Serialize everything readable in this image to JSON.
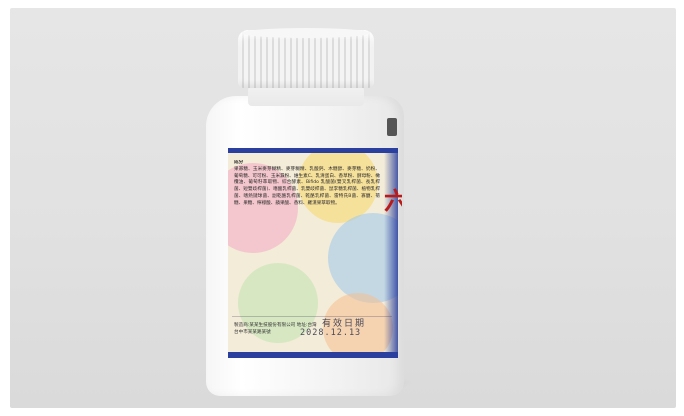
{
  "label": {
    "ingredients_heading": "成分",
    "ingredients_text": "果寡糖、玉米麥芽糊精、麥芽糊精、乳酸鈣、木糖醇、麥芽糖、奶粉、葡萄糖、可可粉、玉米澱粉、維生素C、乳清蛋白、香草粉、酵母粉、橄欖油、葡萄籽萃取物、綜合酵素、Bifido 乳酸菌(雙叉乳桿菌、長乳桿菌、短雙歧桿菌)、嗜酸乳桿菌、乳雙歧桿菌、鼠李糖乳桿菌、植物乳桿菌、嗜熱鏈球菌、副乾酪乳桿菌、乾酪乳桿菌、雷特氏B菌、寡醣、菊糖、果糖、檸檬酸、蘋果酸、香料、羅漢果萃取物。",
    "manufacturer": "製造商:某某生技股份有限公司 地址:台灣台中市某某路某號",
    "expiry_label": "有效日期",
    "expiry_date": "2028.12.13"
  },
  "colors": {
    "label_band": "#2a3f9e",
    "accent_red": "#b91b1b",
    "label_background": "#f3ecd8"
  }
}
